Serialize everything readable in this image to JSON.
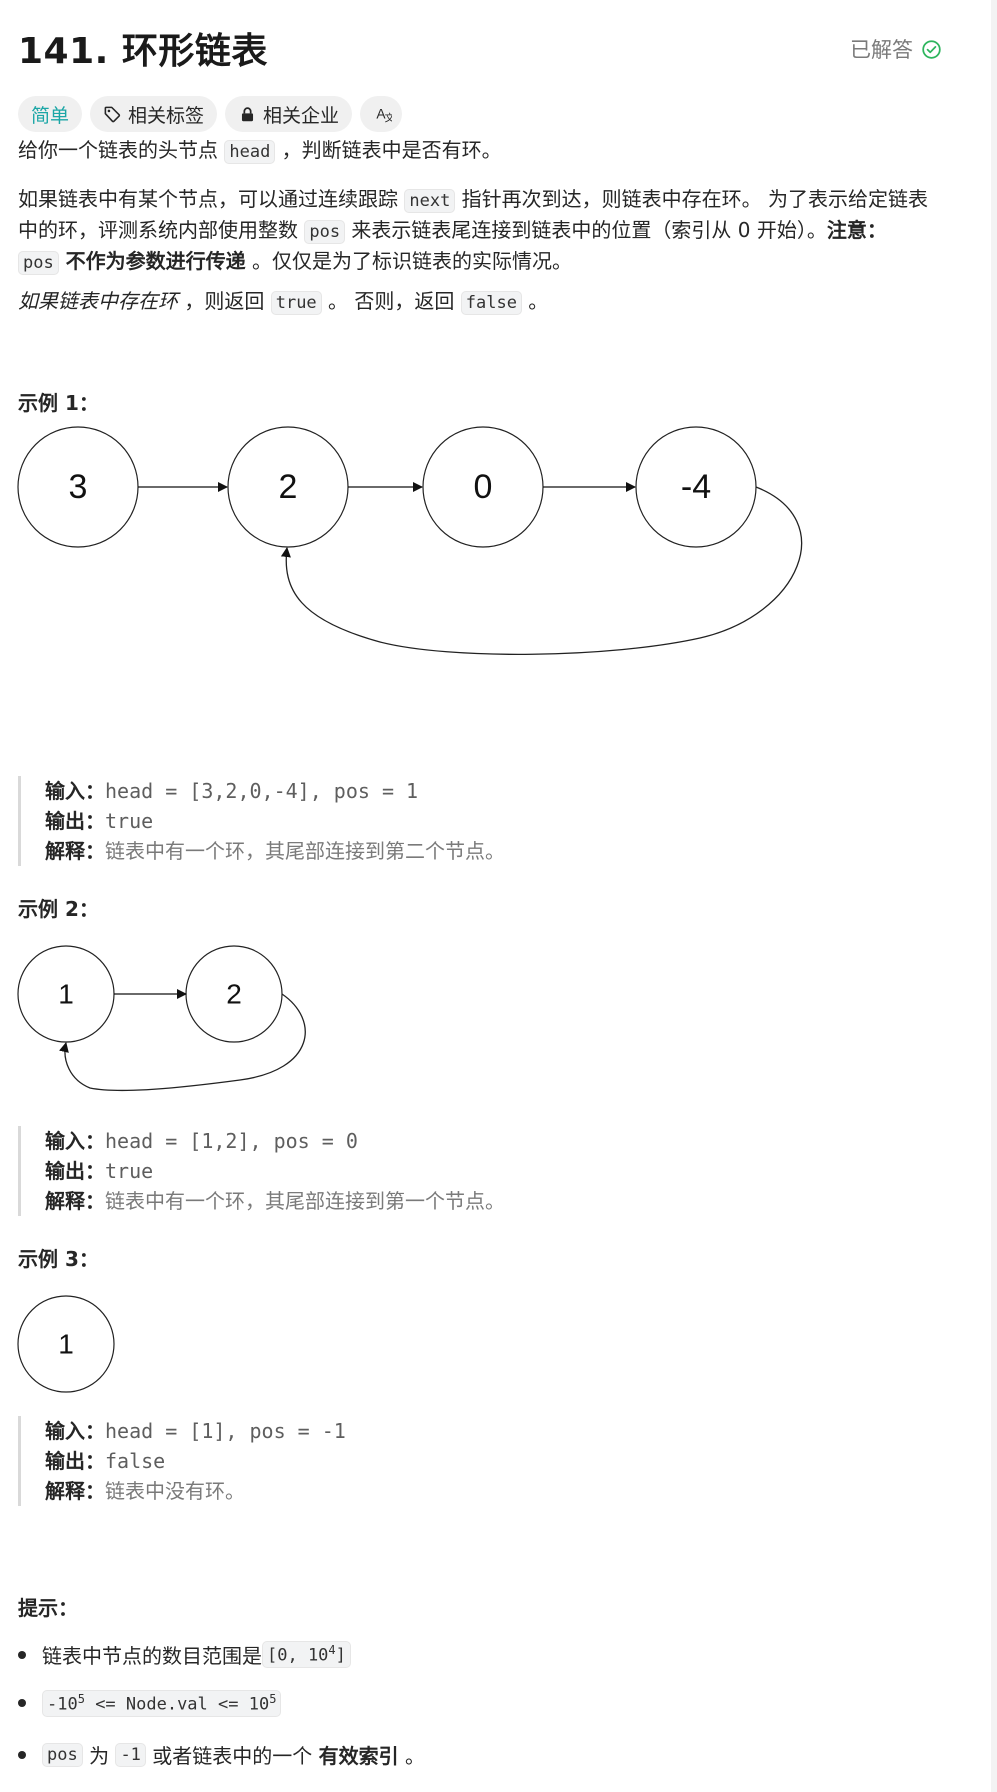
{
  "title": "141. 环形链表",
  "status": {
    "label": "已解答",
    "icon": "check-circle-icon",
    "color": "#2db55d"
  },
  "tags": [
    {
      "label": "简单",
      "icon": "",
      "color": "#1ba6a6"
    },
    {
      "label": "相关标签",
      "icon": "tag-icon"
    },
    {
      "label": "相关企业",
      "icon": "lock-icon"
    },
    {
      "label": "",
      "icon": "translate-icon"
    }
  ],
  "description": {
    "p1": [
      "给你一个链表的头节点 ",
      "head",
      " ，判断链表中是否有环。"
    ],
    "p2_line1": [
      "如果链表中有某个节点，可以通过连续跟踪 ",
      "next",
      " 指针再次到达，则链表中存在环。 为了表示给定链表"
    ],
    "p2_line2": [
      "中的环，评测系统内部使用整数 ",
      "pos",
      " 来表示链表尾连接到链表中的位置（索引从 0 开始）。",
      "注意："
    ],
    "p2_line3": [
      "pos",
      " 不作为参数进行传递",
      " 。仅仅是为了标识链表的实际情况。"
    ],
    "p3": [
      "如果链表中存在环",
      " ，则返回 ",
      "true",
      " 。 否则，返回 ",
      "false",
      " 。"
    ]
  },
  "examples": [
    {
      "title": "示例 1：",
      "nodes": [
        "3",
        "2",
        "0",
        "-4"
      ],
      "input_label": "输入：",
      "input": "head = [3,2,0,-4], pos = 1",
      "output_label": "输出：",
      "output": "true",
      "explain_label": "解释：",
      "explain": "链表中有一个环，其尾部连接到第二个节点。"
    },
    {
      "title": "示例 2：",
      "nodes": [
        "1",
        "2"
      ],
      "input_label": "输入：",
      "input": "head = [1,2], pos = 0",
      "output_label": "输出：",
      "output": "true",
      "explain_label": "解释：",
      "explain": "链表中有一个环，其尾部连接到第一个节点。"
    },
    {
      "title": "示例 3：",
      "nodes": [
        "1"
      ],
      "input_label": "输入：",
      "input": "head = [1], pos = -1",
      "output_label": "输出：",
      "output": "false",
      "explain_label": "解释：",
      "explain": "链表中没有环。"
    }
  ],
  "hints": {
    "title": "提示：",
    "items": [
      {
        "text": "链表中节点的数目范围是 ",
        "code_base": "[0, 10",
        "code_sup": "4",
        "code_tail": "]"
      },
      {
        "code_a_base": "-10",
        "code_a_sup": "5",
        "code_mid": " <= Node.val <= 10",
        "code_b_sup": "5"
      },
      {
        "code1": "pos",
        "t1": " 为 ",
        "code2": "-1",
        "t2": " 或者链表中的一个 ",
        "bold": "有效索引",
        "t3": " 。"
      }
    ]
  }
}
